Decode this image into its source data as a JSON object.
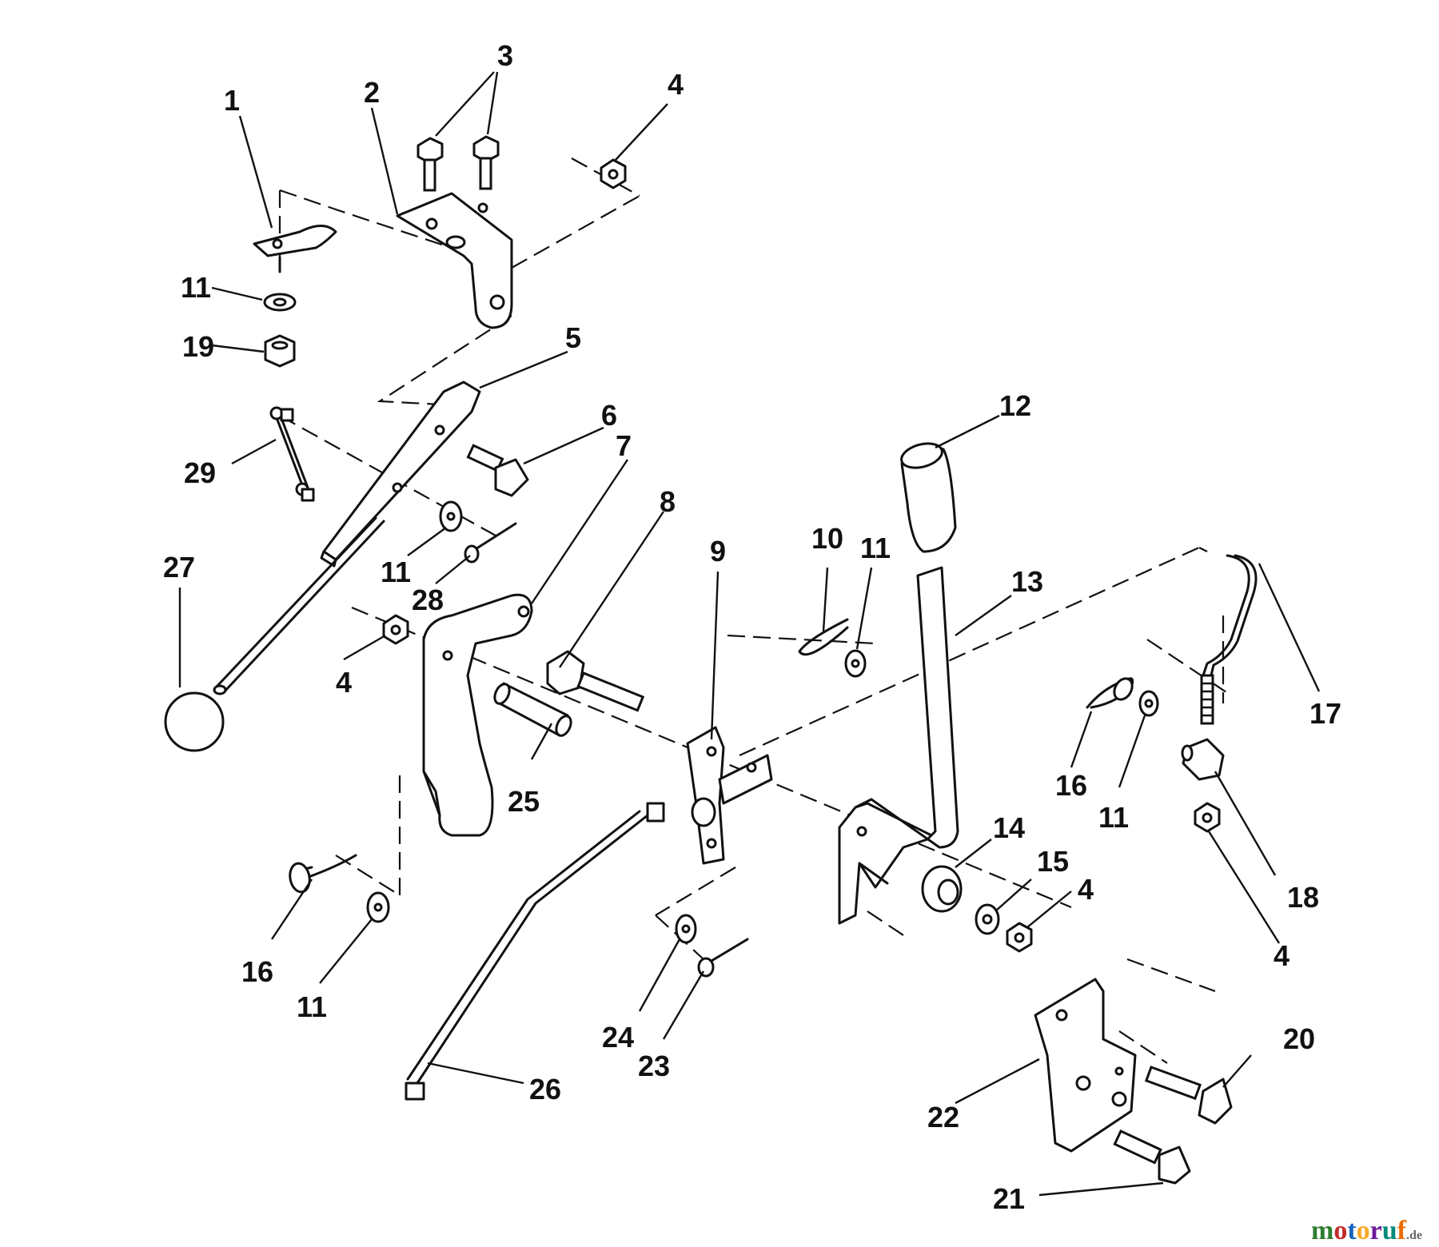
{
  "callouts": [
    "1",
    "2",
    "3",
    "4",
    "5",
    "6",
    "7",
    "8",
    "9",
    "10",
    "11",
    "12",
    "13",
    "14",
    "15",
    "16",
    "17",
    "18",
    "19",
    "20",
    "21",
    "22",
    "23",
    "24",
    "25",
    "26",
    "27",
    "28",
    "29"
  ],
  "watermark": {
    "letters": [
      "m",
      "o",
      "t",
      "o",
      "r",
      "u",
      "f"
    ],
    "suffix": ".de",
    "colors": [
      "#2e7d32",
      "#c62828",
      "#1565c0",
      "#f9a825",
      "#6a1b9a",
      "#00897b",
      "#ef6c00"
    ]
  }
}
